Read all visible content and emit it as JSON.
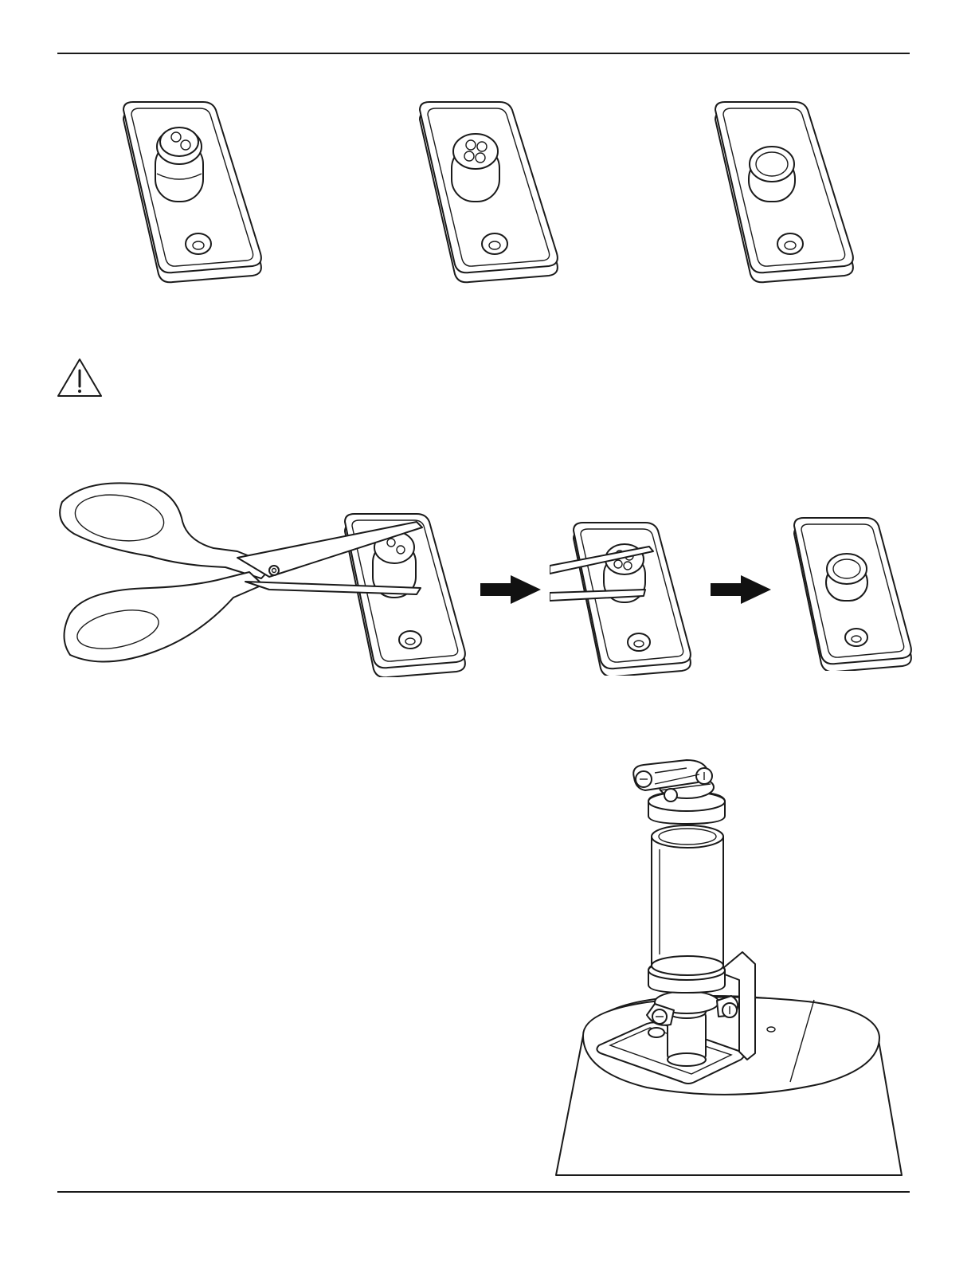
{
  "page": {
    "header_rule": "top-rule",
    "footer_rule": "bottom-rule"
  },
  "top_row": {
    "gaskets": [
      {
        "variant": "two-hole",
        "icon": "gasket-two-hole"
      },
      {
        "variant": "four-hole",
        "icon": "gasket-four-hole"
      },
      {
        "variant": "single-large-hole",
        "icon": "gasket-single-hole"
      }
    ]
  },
  "warning": {
    "icon": "warning-triangle-icon"
  },
  "cut_sequence": {
    "steps": [
      {
        "icon": "scissors-icon"
      },
      {
        "icon": "arrow-right-icon"
      },
      {
        "icon": "arrow-right-icon"
      }
    ]
  },
  "assembly": {
    "icon": "speaker-pendant-mount-assembly"
  }
}
